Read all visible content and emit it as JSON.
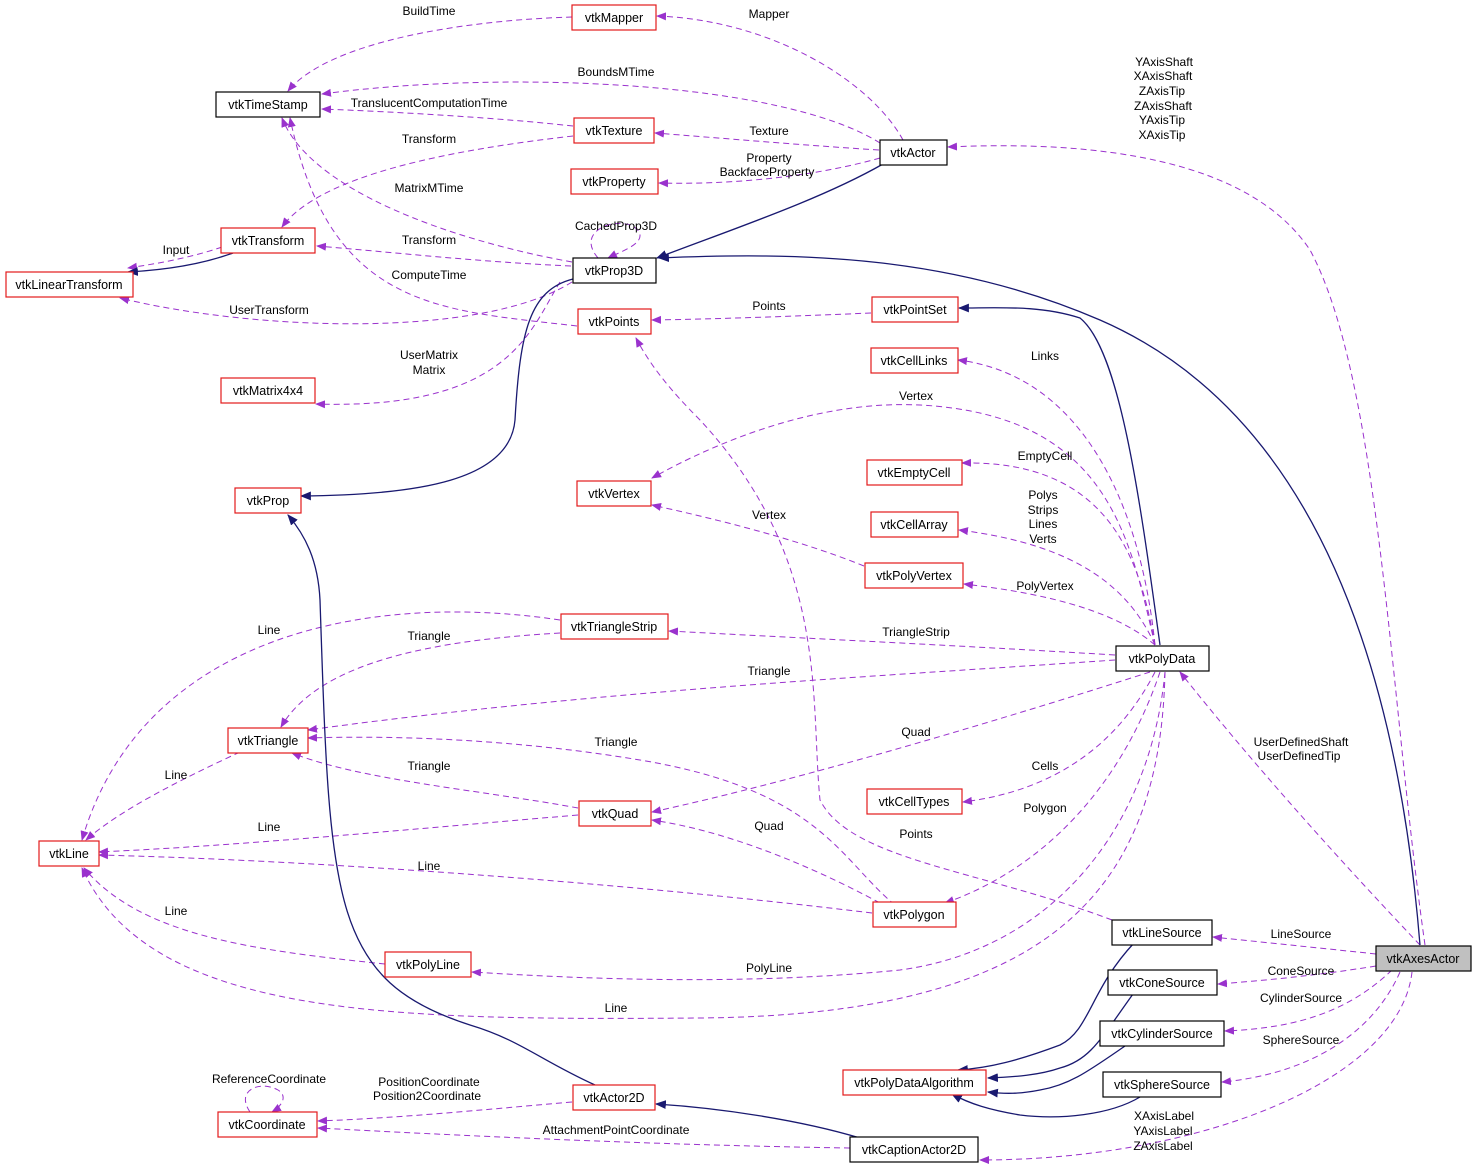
{
  "nodes": {
    "vtkMapper": "vtkMapper",
    "vtkTimeStamp": "vtkTimeStamp",
    "vtkTexture": "vtkTexture",
    "vtkActor": "vtkActor",
    "vtkProperty": "vtkProperty",
    "vtkTransform": "vtkTransform",
    "vtkProp3D": "vtkProp3D",
    "vtkLinearTransform": "vtkLinearTransform",
    "vtkPoints": "vtkPoints",
    "vtkPointSet": "vtkPointSet",
    "vtkCellLinks": "vtkCellLinks",
    "vtkMatrix4x4": "vtkMatrix4x4",
    "vtkEmptyCell": "vtkEmptyCell",
    "vtkVertex": "vtkVertex",
    "vtkProp": "vtkProp",
    "vtkCellArray": "vtkCellArray",
    "vtkPolyVertex": "vtkPolyVertex",
    "vtkTriangleStrip": "vtkTriangleStrip",
    "vtkPolyData": "vtkPolyData",
    "vtkTriangle": "vtkTriangle",
    "vtkCellTypes": "vtkCellTypes",
    "vtkQuad": "vtkQuad",
    "vtkLine": "vtkLine",
    "vtkPolygon": "vtkPolygon",
    "vtkLineSource": "vtkLineSource",
    "vtkAxesActor": "vtkAxesActor",
    "vtkPolyLine": "vtkPolyLine",
    "vtkConeSource": "vtkConeSource",
    "vtkCylinderSource": "vtkCylinderSource",
    "vtkSphereSource": "vtkSphereSource",
    "vtkPolyDataAlgorithm": "vtkPolyDataAlgorithm",
    "vtkActor2D": "vtkActor2D",
    "vtkCoordinate": "vtkCoordinate",
    "vtkCaptionActor2D": "vtkCaptionActor2D"
  },
  "labels": {
    "build_time": "BuildTime",
    "mapper": "Mapper",
    "bounds_mtime": "BoundsMTime",
    "translucent_computation_time": "TranslucentComputationTime",
    "texture": "Texture",
    "transform_1": "Transform",
    "property": "Property",
    "backface_property": "BackfaceProperty",
    "matrix_mtime": "MatrixMTime",
    "cached_prop3d": "CachedProp3D",
    "input": "Input",
    "transform_2": "Transform",
    "compute_time": "ComputeTime",
    "user_transform": "UserTransform",
    "points_1": "Points",
    "links": "Links",
    "user_matrix": "UserMatrix",
    "matrix": "Matrix",
    "vertex_1": "Vertex",
    "empty_cell": "EmptyCell",
    "polys": "Polys",
    "strips": "Strips",
    "lines": "Lines",
    "verts": "Verts",
    "vertex_2": "Vertex",
    "poly_vertex": "PolyVertex",
    "line_1": "Line",
    "triangle_1": "Triangle",
    "triangle_strip": "TriangleStrip",
    "triangle_2": "Triangle",
    "line_2": "Line",
    "triangle_3": "Triangle",
    "quad_1": "Quad",
    "user_defined_shaft": "UserDefinedShaft",
    "user_defined_tip": "UserDefinedTip",
    "triangle_4": "Triangle",
    "cells": "Cells",
    "line_3": "Line",
    "quad_2": "Quad",
    "polygon": "Polygon",
    "points_2": "Points",
    "line_4": "Line",
    "line_5": "Line",
    "line_source": "LineSource",
    "cone_source": "ConeSource",
    "poly_line": "PolyLine",
    "cylinder_source": "CylinderSource",
    "line_6": "Line",
    "sphere_source": "SphereSource",
    "reference_coordinate": "ReferenceCoordinate",
    "position_coordinate": "PositionCoordinate",
    "position2_coordinate": "Position2Coordinate",
    "attachment_point_coordinate": "AttachmentPointCoordinate",
    "axis_label_1": "XAxisLabel",
    "axis_label_2": "YAxisLabel",
    "axis_label_3": "ZAxisLabel",
    "yaxis_shaft": "YAxisShaft",
    "xaxis_shaft": "XAxisShaft",
    "zaxis_tip": "ZAxisTip",
    "zaxis_shaft": "ZAxisShaft",
    "yaxis_tip": "YAxisTip",
    "xaxis_tip": "XAxisTip"
  },
  "colors": {
    "usage_edge": "#9a32cd",
    "inherit_edge": "#191970",
    "node_border_incomplete": "#e31a1c",
    "node_border_complete": "#000000",
    "focus_fill": "#c0c0c0"
  }
}
